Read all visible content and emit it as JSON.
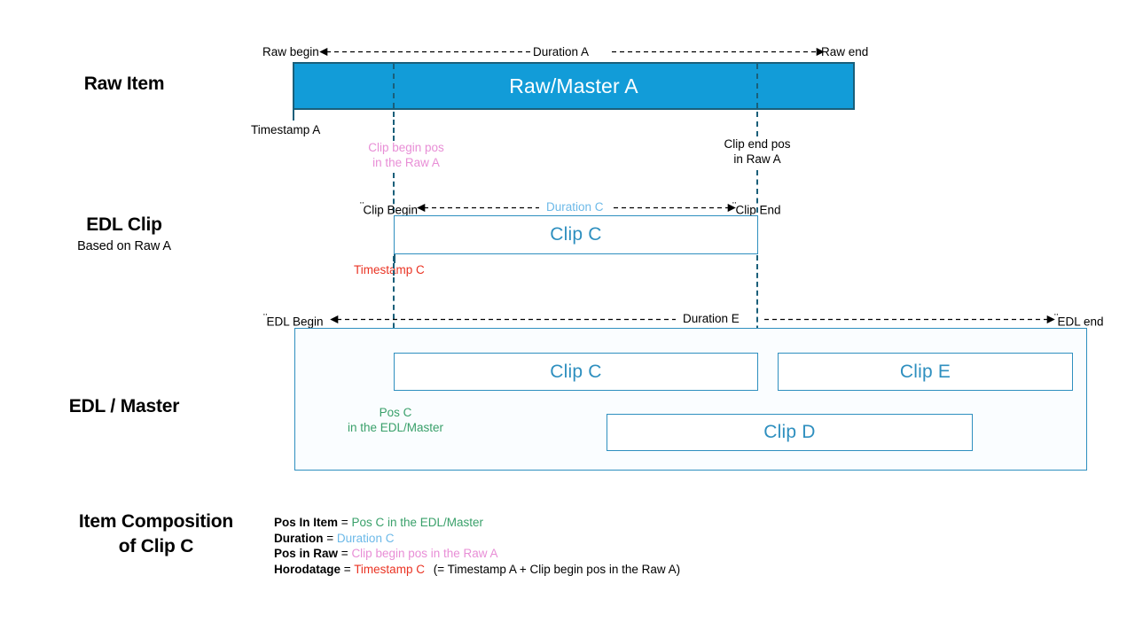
{
  "rows": {
    "raw_item": {
      "title": "Raw Item",
      "subtitle": ""
    },
    "edl_clip": {
      "title": "EDL Clip",
      "subtitle": "Based on Raw A"
    },
    "edl_master": {
      "title": "EDL / Master",
      "subtitle": ""
    },
    "composition": {
      "title_line1": "Item Composition",
      "title_line2": "of Clip C"
    }
  },
  "raw_row": {
    "begin_label": "Raw begin",
    "end_label": "Raw end",
    "duration_label": "Duration A",
    "bar_label": "Raw/Master A",
    "timestamp_label": "Timestamp A",
    "clip_begin_pos_line1": "Clip begin pos",
    "clip_begin_pos_line2": "in the Raw A",
    "clip_end_pos_line1": "Clip end pos",
    "clip_end_pos_line2": "in Raw A"
  },
  "edl_clip_row": {
    "begin_label": "Clip Begin",
    "end_label": "Clip End",
    "duration_label": "Duration C",
    "box_label": "Clip C",
    "timestamp_label": "Timestamp C"
  },
  "edl_master_row": {
    "begin_label": "EDL Begin",
    "end_label": "EDL end",
    "duration_label": "Duration E",
    "clip_c_label": "Clip C",
    "clip_e_label": "Clip E",
    "clip_d_label": "Clip D",
    "pos_c_line1": "Pos C",
    "pos_c_line2": "in the EDL/Master"
  },
  "composition": {
    "lines": [
      {
        "key": "Pos In Item",
        "eq": "=",
        "value": "Pos C in the EDL/Master",
        "color": "green",
        "note": ""
      },
      {
        "key": "Duration",
        "eq": "=",
        "value": "Duration C",
        "color": "blue",
        "note": ""
      },
      {
        "key": "Pos in Raw",
        "eq": "=",
        "value": "Clip begin pos in the Raw A",
        "color": "pink",
        "note": ""
      },
      {
        "key": "Horodatage",
        "eq": "=",
        "value": "Timestamp C",
        "color": "red",
        "note": "(= Timestamp A + Clip begin pos in the Raw A)"
      }
    ]
  },
  "colors": {
    "raw_fill": "#129cd8",
    "raw_stroke": "#1a5f7a",
    "clip_stroke": "#2e8fbf",
    "clip_text": "#2e8fbf",
    "pink": "#e88ed6",
    "light_blue": "#6cb9e8",
    "red": "#ea3323",
    "green": "#39a06a",
    "black": "#000000"
  }
}
